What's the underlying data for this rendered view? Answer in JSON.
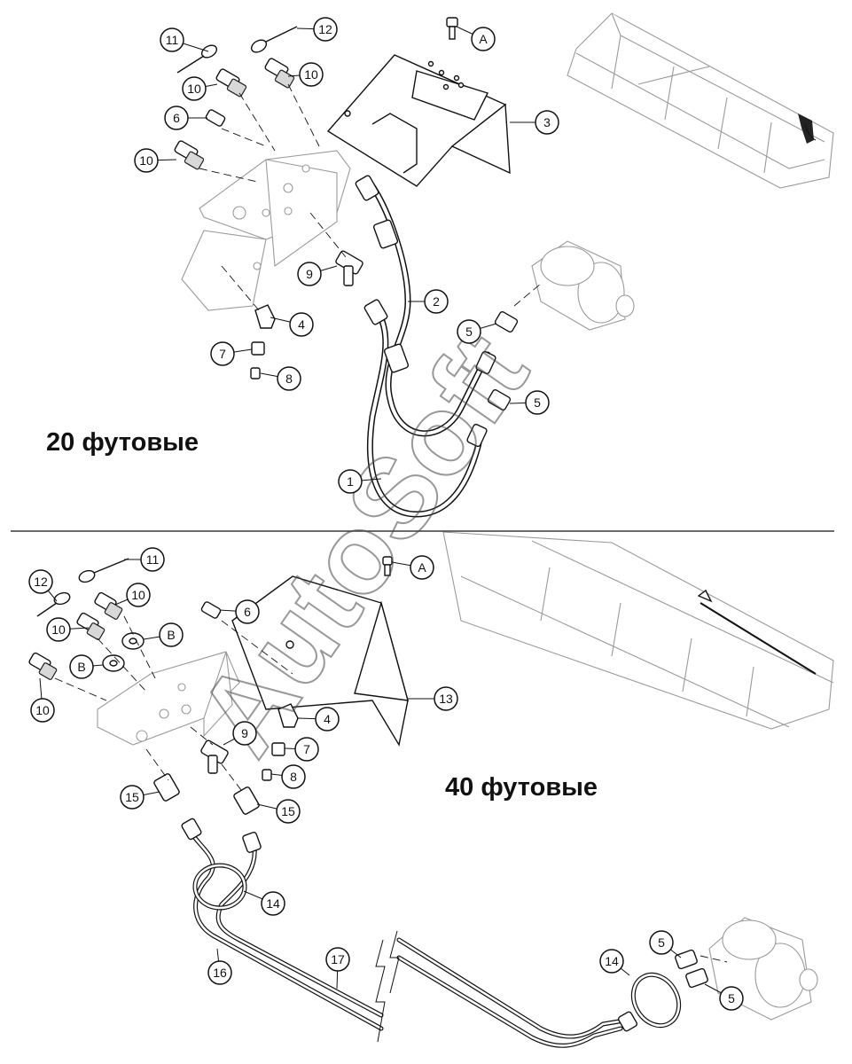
{
  "sections": [
    {
      "title": "20 футовые"
    },
    {
      "title": "40 футовые"
    }
  ],
  "callouts_top": [
    "11",
    "12",
    "A",
    "10",
    "10",
    "3",
    "6",
    "10",
    "2",
    "9",
    "5",
    "4",
    "7",
    "8",
    "5",
    "1"
  ],
  "callouts_bottom": [
    "11",
    "12",
    "10",
    "A",
    "6",
    "B",
    "10",
    "B",
    "13",
    "10",
    "4",
    "9",
    "7",
    "8",
    "15",
    "15",
    "14",
    "17",
    "16",
    "5",
    "14",
    "5"
  ],
  "watermark": "AutoSoft"
}
